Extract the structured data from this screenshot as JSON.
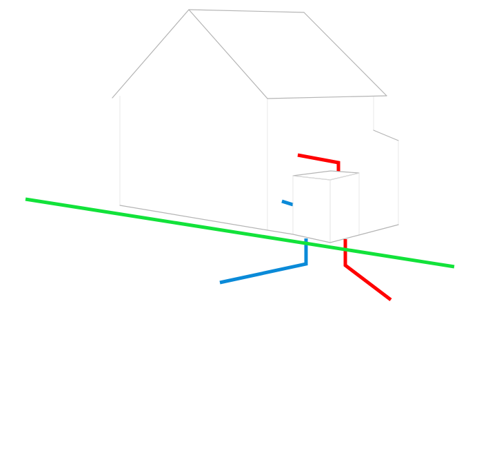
{
  "colors": {
    "background": "#ffffff",
    "house_outline": "#b4b4b4",
    "house_faint": "#e2e2e2",
    "ground_line": "#12e23a",
    "water_pipe": "#0a8ad8",
    "power_line": "#ff0000"
  },
  "elements": {
    "house": "house-outline",
    "meter_box": "utility-box",
    "ground": "ground-line",
    "water": "water-line",
    "power": "power-line"
  }
}
